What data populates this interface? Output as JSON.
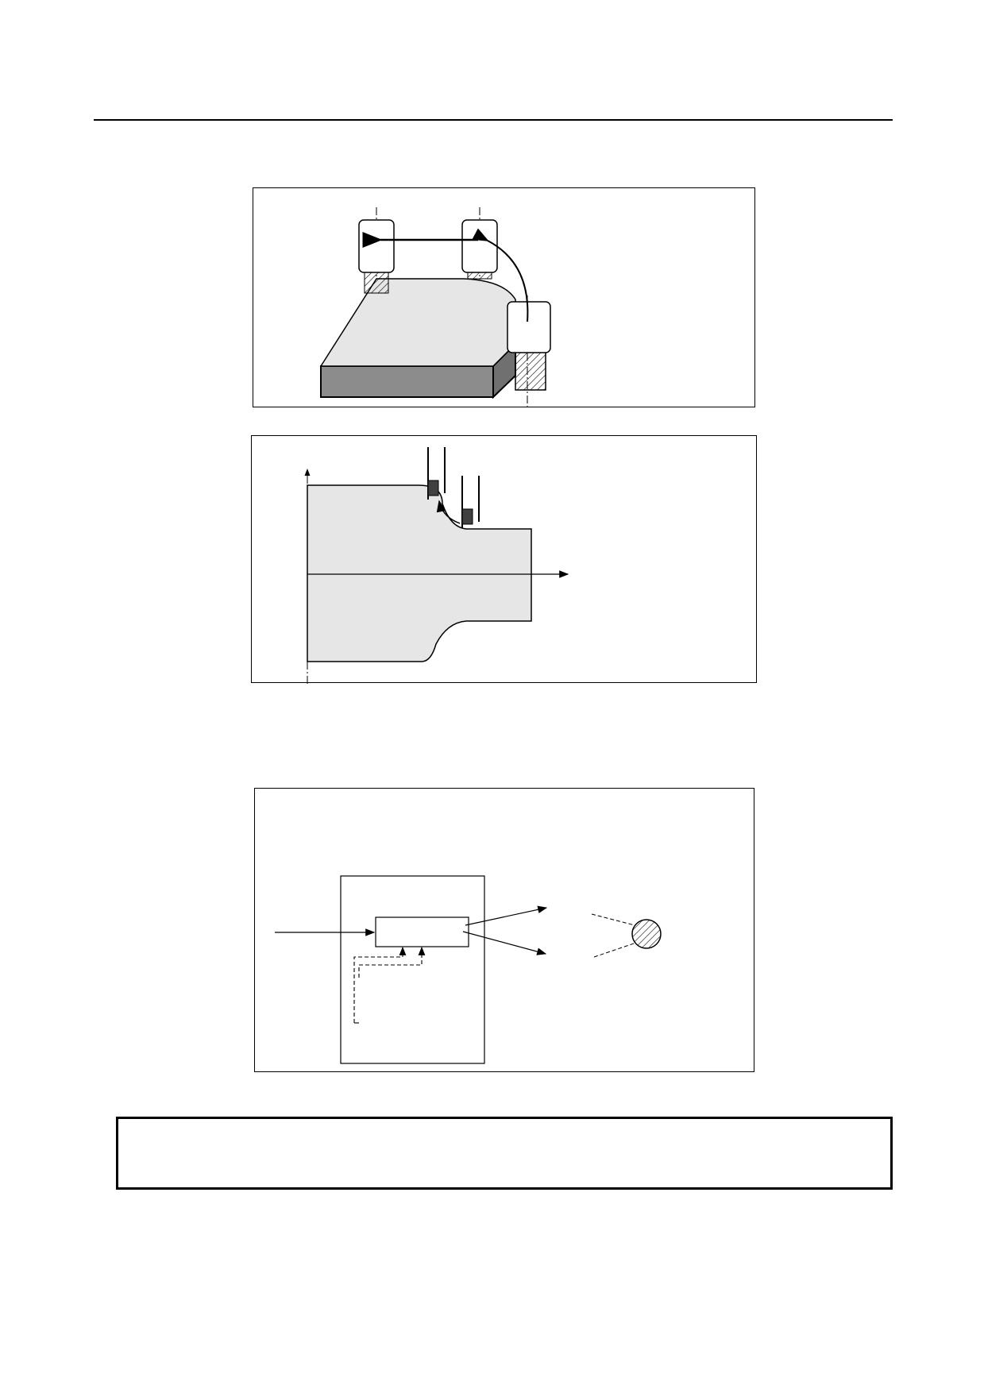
{
  "page": {
    "header_rule": true,
    "figures": [
      {
        "name": "milling-corner-figure",
        "label": ""
      },
      {
        "name": "turning-profile-figure",
        "label": ""
      },
      {
        "name": "control-block-figure",
        "label": ""
      }
    ],
    "note": {
      "text": ""
    }
  },
  "colors": {
    "ink": "#000000",
    "workpiece_fill": "#e6e6e6",
    "workpiece_side": "#8c8c8c",
    "insert_fill": "#404040"
  }
}
